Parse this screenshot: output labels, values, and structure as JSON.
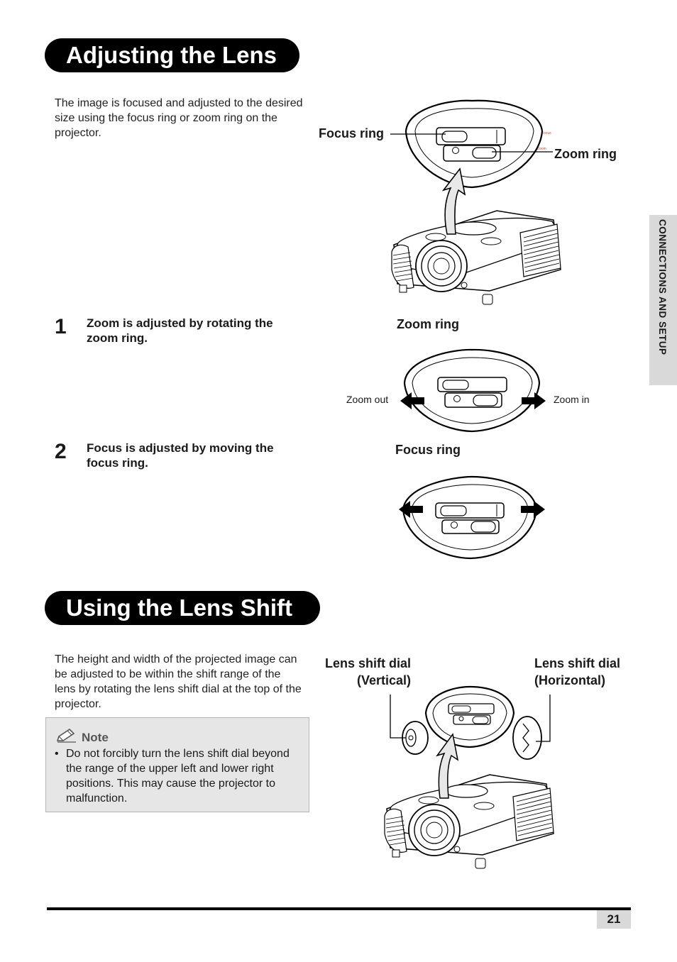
{
  "sections": {
    "lens": {
      "title": "Adjusting the Lens",
      "intro": "The image is focused and adjusted to the desired size using the focus ring or zoom ring on the projector.",
      "steps": [
        {
          "num": "1",
          "text": "Zoom is adjusted by rotating the zoom ring."
        },
        {
          "num": "2",
          "text": "Focus is adjusted by moving the focus ring."
        }
      ]
    },
    "shift": {
      "title": "Using the Lens Shift",
      "intro": "The height and width of the projected image can be adjusted to be within the shift range of the lens by rotating the lens shift dial at the top of the projector."
    }
  },
  "figures": {
    "overview": {
      "focus_label": "Focus ring",
      "zoom_label": "Zoom ring",
      "tiny_focus": "Focus",
      "tiny_zoom": "Zoom"
    },
    "zoom": {
      "title": "Zoom ring",
      "left": "Zoom out",
      "right": "Zoom in"
    },
    "focus": {
      "title": "Focus ring"
    },
    "shift": {
      "vertical_line1": "Lens shift dial",
      "vertical_line2": "(Vertical)",
      "horizontal_line1": "Lens shift dial",
      "horizontal_line2": "(Horizontal)"
    }
  },
  "note": {
    "title": "Note",
    "bullet": "•",
    "text": "Do not forcibly turn the lens shift dial beyond the range of the upper left and lower right positions. This may cause the projector to malfunction."
  },
  "side_tab": "CONNECTIONS AND SETUP",
  "page_number": "21",
  "colors": {
    "ink": "#000000",
    "tab_gray": "#d9d9d9",
    "note_bg": "#e6e6e6",
    "arrow_gray": "#e0e0e0",
    "tiny_red": "#d9412b"
  }
}
